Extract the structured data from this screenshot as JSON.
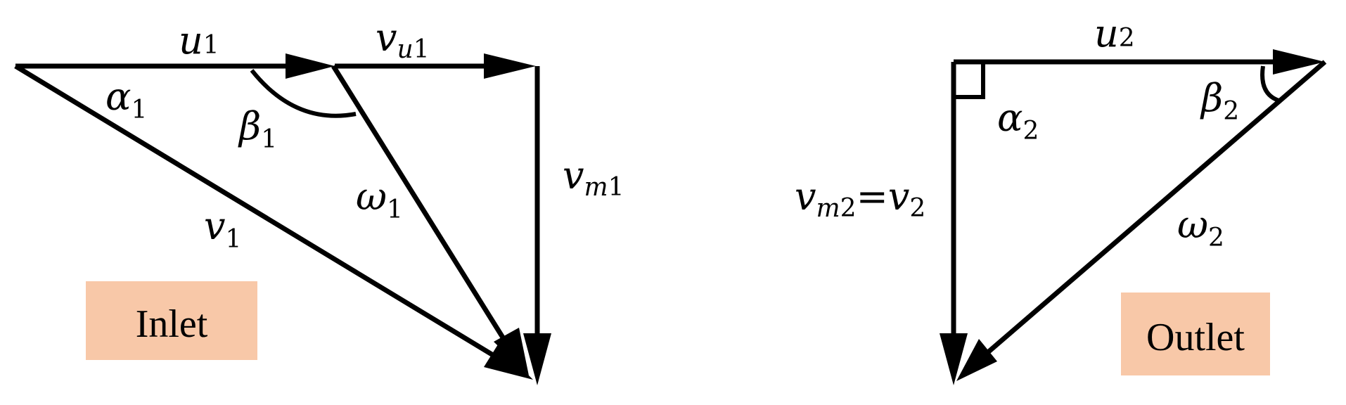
{
  "colors": {
    "line": "#000000",
    "label_box": "#f8c8a8",
    "background": "#ffffff"
  },
  "inlet": {
    "panel_label": "Inlet",
    "u": {
      "base": "u",
      "sub": "1"
    },
    "vu": {
      "base": "v",
      "sub_italic": "u",
      "sub": "1"
    },
    "vm": {
      "base": "v",
      "sub_italic": "m",
      "sub": "1"
    },
    "v": {
      "base": "v",
      "sub": "1"
    },
    "w": {
      "base": "ω",
      "sub": "1"
    },
    "alpha": {
      "base": "α",
      "sub": "1"
    },
    "beta": {
      "base": "β",
      "sub": "1"
    }
  },
  "outlet": {
    "panel_label": "Outlet",
    "u": {
      "base": "u",
      "sub": "2"
    },
    "w": {
      "base": "ω",
      "sub": "2"
    },
    "alpha": {
      "base": "α",
      "sub": "2"
    },
    "beta": {
      "base": "β",
      "sub": "2"
    },
    "vm_eq": {
      "base": "v",
      "sub_italic": "m",
      "sub": "2",
      "equals": "=",
      "base2": "v",
      "sub2": "2"
    }
  }
}
